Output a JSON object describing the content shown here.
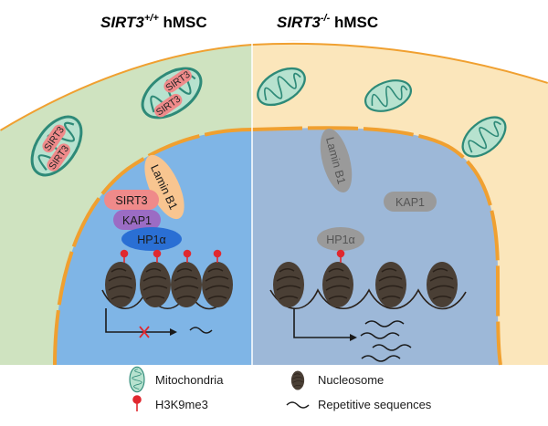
{
  "titles": {
    "left_gene": "SIRT3",
    "left_sup": "+/+",
    "left_cell": " hMSC",
    "right_gene": "SIRT3",
    "right_sup": "-/-",
    "right_cell": " hMSC"
  },
  "left_panel": {
    "mito_label": "SIRT3",
    "lamin_label": "Lamin B1",
    "sirt3_label": "SIRT3",
    "kap1_label": "KAP1",
    "hp1_label": "HP1α"
  },
  "right_panel": {
    "lamin_label": "Lamin B1",
    "kap1_label": "KAP1",
    "hp1_label": "HP1α"
  },
  "legend": {
    "mitochondria": "Mitochondria",
    "h3k9me3": "H3K9me3",
    "nucleosome": "Nucleosome",
    "repetitive": "Repetitive sequences"
  },
  "colors": {
    "left_cytoplasm": "#cfe3c0",
    "right_cytoplasm": "#fbe6bb",
    "left_nucleus": "#7fb5e6",
    "right_nucleus": "#9db8d8",
    "membrane": "#f0a030",
    "mito_fill": "#b7e2cf",
    "mito_stroke": "#2e8a78",
    "sirt3": "#ef8a8a",
    "kap1": "#9b6cc4",
    "hp1": "#2a6fd4",
    "lamin": "#f8c590",
    "inactive_grey": "#9a9a9a",
    "nucleosome": "#4a3f35",
    "h3k9me3": "#e0282f"
  }
}
